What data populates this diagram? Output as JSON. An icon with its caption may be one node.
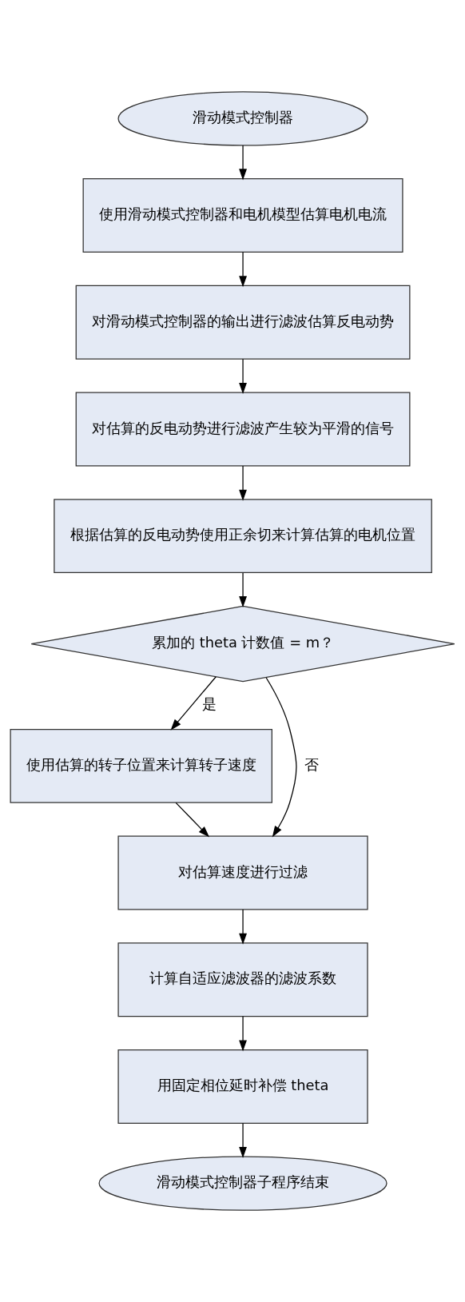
{
  "diagram": {
    "nodes": [
      {
        "text": [
          "滑动模式控制器"
        ]
      },
      {
        "text": [
          "使用滑动模式控制器和电机模型估算电机电流"
        ]
      },
      {
        "text": [
          "对滑动模式控制器的输出进行滤波估算反电动势"
        ]
      },
      {
        "text": [
          "对估算的反电动势进行滤波产生较为平滑的信号"
        ]
      },
      {
        "text": [
          "根据估算的反电动势使用正余切来计算估算的电机位置"
        ]
      },
      {
        "text": [
          "累加的 theta 计数值 = m？"
        ]
      },
      {
        "text": [
          "使用估算的转子位置来计算转子速度"
        ]
      },
      {
        "text": [
          "对估算速度进行过滤"
        ]
      },
      {
        "text": [
          "计算自适应滤波器的滤波系数"
        ]
      },
      {
        "text": [
          "用固定相位延时补偿 theta"
        ]
      },
      {
        "text": [
          "滑动模式控制器子程序结束"
        ]
      }
    ],
    "edges": [
      {
        "from": 0,
        "to": 1,
        "arrow": "to"
      },
      {
        "from": 1,
        "to": 2,
        "arrow": "to"
      },
      {
        "from": 2,
        "to": 3,
        "arrow": "to"
      },
      {
        "from": 3,
        "to": 4,
        "arrow": "to"
      },
      {
        "from": 4,
        "to": 5,
        "arrow": "to"
      },
      {
        "from": 5,
        "to": 6,
        "label": "是",
        "arrow": "to"
      },
      {
        "from": 5,
        "to": 7,
        "label": "否",
        "arrow": "to"
      },
      {
        "from": 6,
        "to": 7,
        "arrow": "to"
      },
      {
        "from": 7,
        "to": 8,
        "arrow": "to"
      },
      {
        "from": 8,
        "to": 9,
        "arrow": "to"
      },
      {
        "from": 9,
        "to": 10,
        "arrow": "to"
      }
    ]
  }
}
